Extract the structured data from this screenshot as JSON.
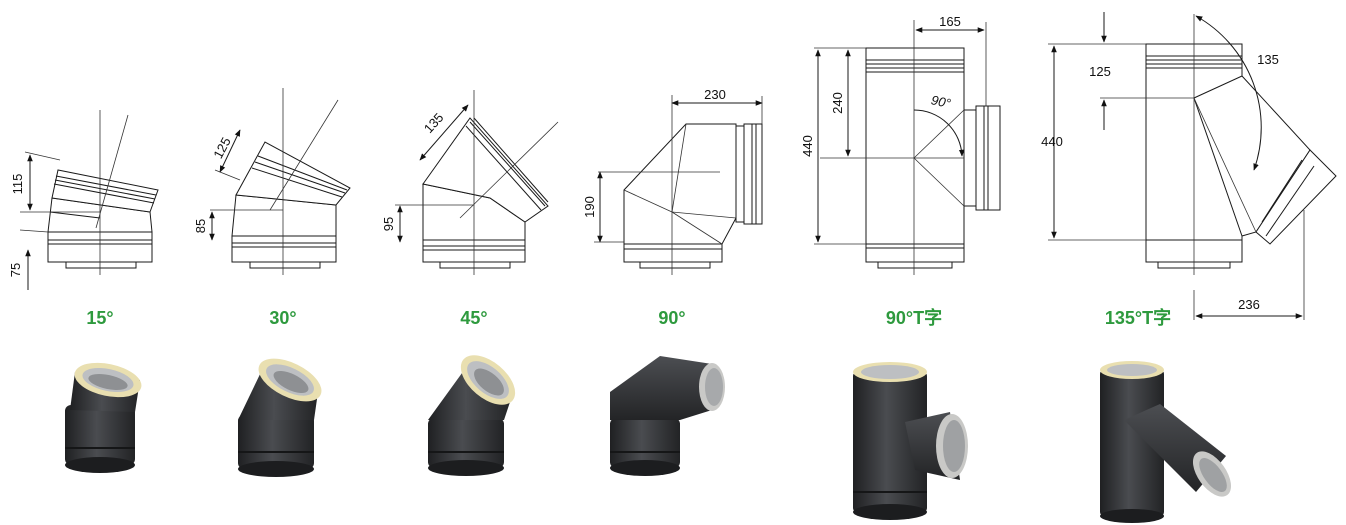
{
  "colors": {
    "label": "#2e9a3e",
    "pipe_dark": "#3b3d40",
    "insulation": "#e9dfb0",
    "inner": "#bdbfc2"
  },
  "fittings": [
    {
      "id": "elbow-15",
      "title": "15°",
      "dims": [
        "115",
        "75"
      ]
    },
    {
      "id": "elbow-30",
      "title": "30°",
      "dims": [
        "125",
        "85"
      ]
    },
    {
      "id": "elbow-45",
      "title": "45°",
      "dims": [
        "135",
        "95"
      ]
    },
    {
      "id": "elbow-90",
      "title": "90°",
      "dims": [
        "230",
        "190"
      ]
    },
    {
      "id": "tee-90",
      "title": "90°T字",
      "dims": [
        "165",
        "240",
        "440",
        "90°"
      ]
    },
    {
      "id": "tee-135",
      "title": "135°T字",
      "dims": [
        "125",
        "135",
        "440",
        "236"
      ]
    }
  ]
}
